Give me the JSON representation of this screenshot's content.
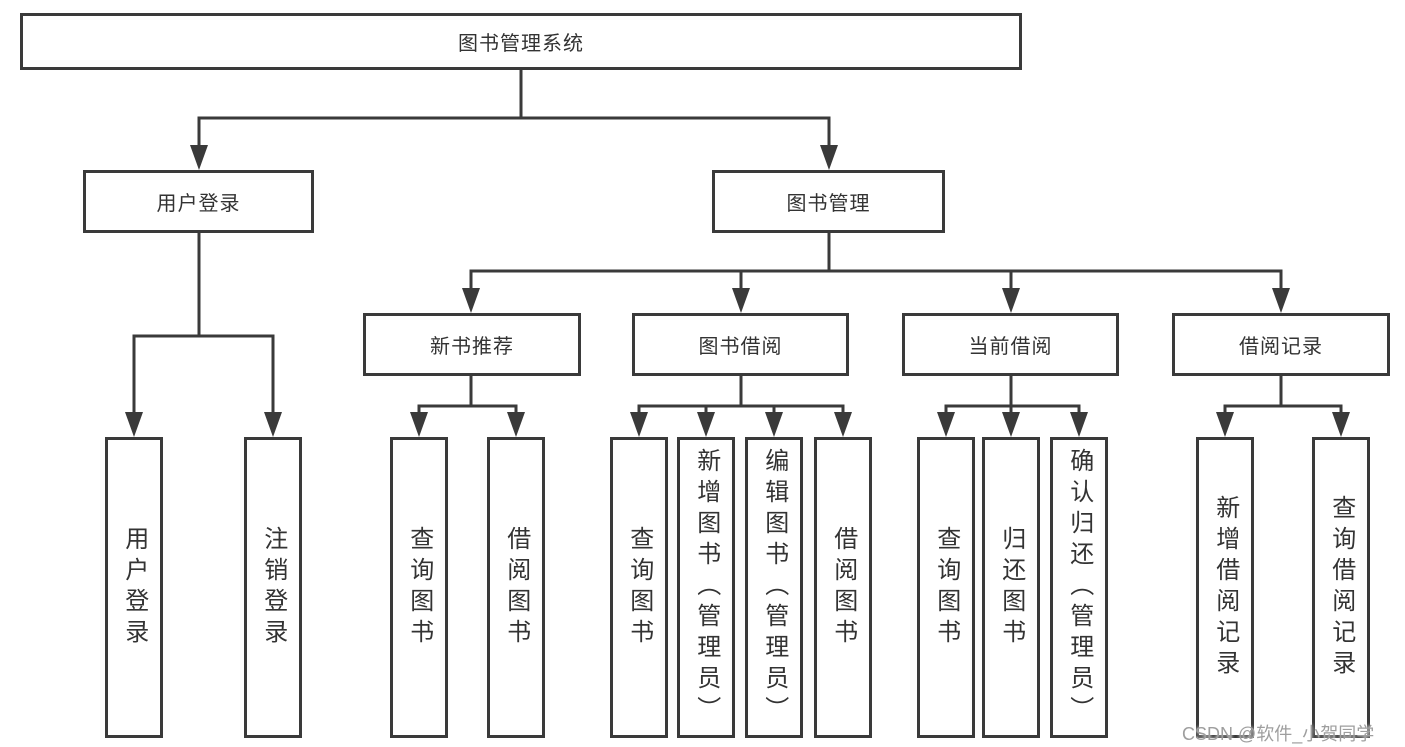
{
  "diagram": {
    "root": {
      "label": "图书管理系统"
    },
    "level2": {
      "user_login": "用户登录",
      "book_management": "图书管理"
    },
    "level3": {
      "new_book_recommend": "新书推荐",
      "book_borrow": "图书借阅",
      "current_borrow": "当前借阅",
      "borrow_record": "借阅记录"
    },
    "leaves": {
      "login_user": "用户登录",
      "login_logout": "注销登录",
      "rec_query_book": "查询图书",
      "rec_borrow_book": "借阅图书",
      "bor_query_book": "查询图书",
      "bor_add_book": "新增图书（管理员）",
      "bor_edit_book": "编辑图书（管理员）",
      "bor_borrow_book": "借阅图书",
      "cur_query_book": "查询图书",
      "cur_return_book": "归还图书",
      "cur_confirm_return": "确认归还（管理员）",
      "brec_add_record": "新增借阅记录",
      "brec_query_record": "查询借阅记录"
    }
  },
  "watermark": {
    "text": "CSDN @软件_小贺同学"
  },
  "colors": {
    "line": "#3a3a3a",
    "text": "#333333",
    "watermark": "#9e9e9e",
    "background": "#ffffff"
  }
}
